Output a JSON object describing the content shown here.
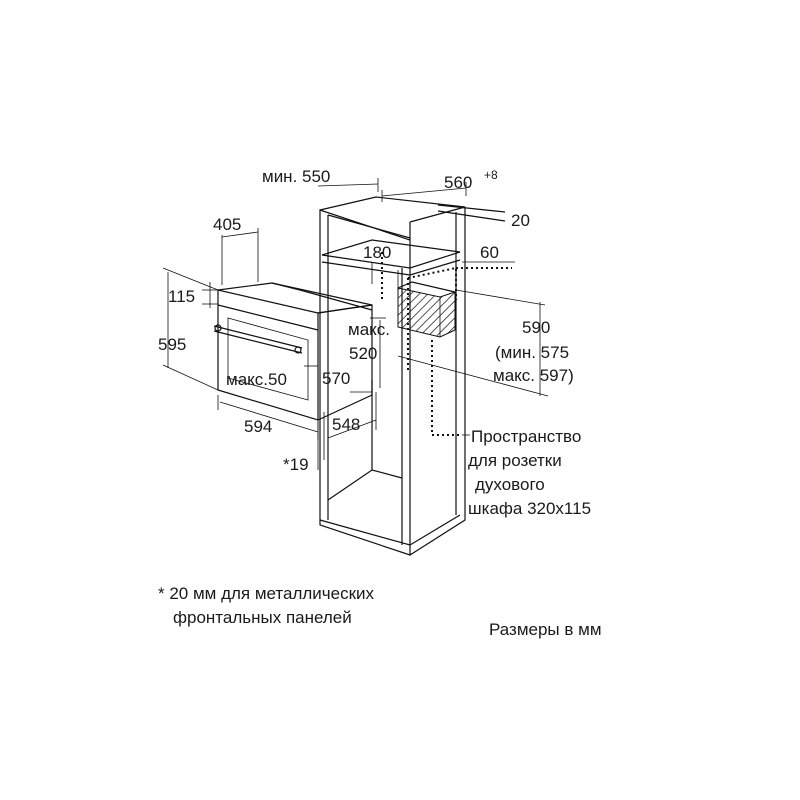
{
  "labels": {
    "min_550": "мин. 550",
    "w_560": "560",
    "w_560_sup": "+8",
    "d_20": "20",
    "d_405": "405",
    "d_180": "180",
    "d_60": "60",
    "d_115": "115",
    "max_top": "макс.",
    "d_520": "520",
    "d_590": "590",
    "min_575": "(мин. 575",
    "max_597": "макс. 597)",
    "d_595": "595",
    "max_50": "макс.50",
    "d_570": "570",
    "d_594": "594",
    "d_548": "548",
    "note_19": "*19",
    "socket_line1": "Пространство",
    "socket_line2": "для розетки",
    "socket_line3": "духового",
    "socket_line4": "шкафа 320x115",
    "footnote_line1": "* 20 мм для металлических",
    "footnote_line2": "фронтальных панелей",
    "units": "Размеры в мм"
  }
}
